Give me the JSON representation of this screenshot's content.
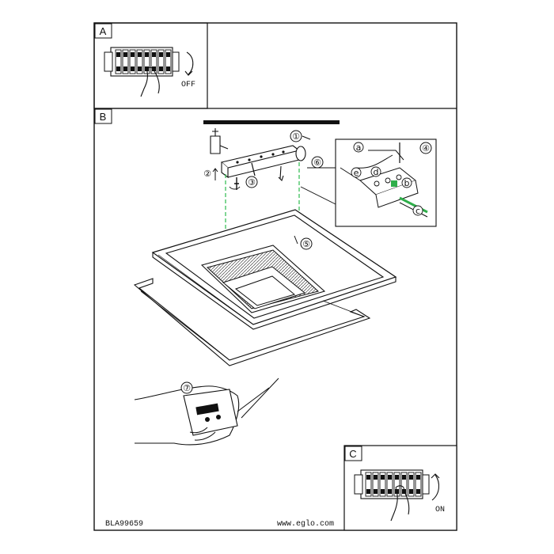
{
  "panels": {
    "a": {
      "letter": "A",
      "switch_state": "OFF"
    },
    "b": {
      "letter": "B"
    },
    "c": {
      "letter": "C",
      "switch_state": "ON"
    }
  },
  "callouts": {
    "wiring": [
      "a",
      "b",
      "c",
      "d",
      "e"
    ],
    "steps": [
      "①",
      "②",
      "③",
      "④",
      "⑤",
      "⑥",
      "⑦"
    ]
  },
  "footer": {
    "code": "BLA99659",
    "website": "www.eglo.com"
  },
  "colors": {
    "line": "#111111",
    "guide": "#3cbf5a",
    "wire_green": "#2fae4a"
  }
}
